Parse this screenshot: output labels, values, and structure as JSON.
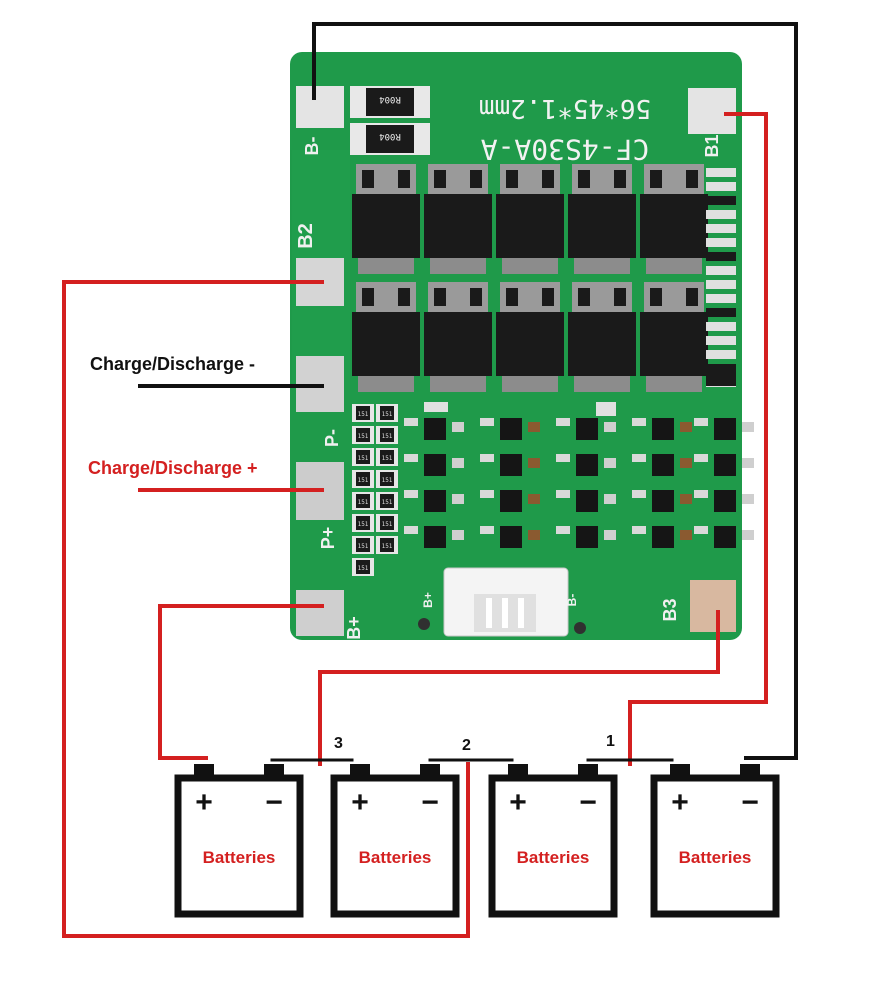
{
  "board": {
    "title": "CF-4S30A-A",
    "size_text": "56*45*1.2mm",
    "resistor_code": "R004",
    "smd_code": "151",
    "pads": {
      "b_minus": "B-",
      "b1": "B1",
      "b2": "B2",
      "p_minus": "P-",
      "p_plus": "P+",
      "b_plus": "B+",
      "b3": "B3",
      "conn_b_plus": "B+",
      "conn_b_minus": "B-"
    }
  },
  "labels": {
    "charge_minus": "Charge/Discharge -",
    "charge_plus": "Charge/Discharge +"
  },
  "batteries": [
    {
      "label": "Batteries",
      "plus": "+",
      "minus": "−"
    },
    {
      "label": "Batteries",
      "plus": "+",
      "minus": "−"
    },
    {
      "label": "Batteries",
      "plus": "+",
      "minus": "−"
    },
    {
      "label": "Batteries",
      "plus": "+",
      "minus": "−"
    }
  ],
  "nodes": [
    "1",
    "2",
    "3"
  ],
  "colors": {
    "board_green": "#1f9a4a",
    "wire_red": "#d42020",
    "wire_black": "#111111",
    "mosfet_black": "#1a1a1a"
  }
}
